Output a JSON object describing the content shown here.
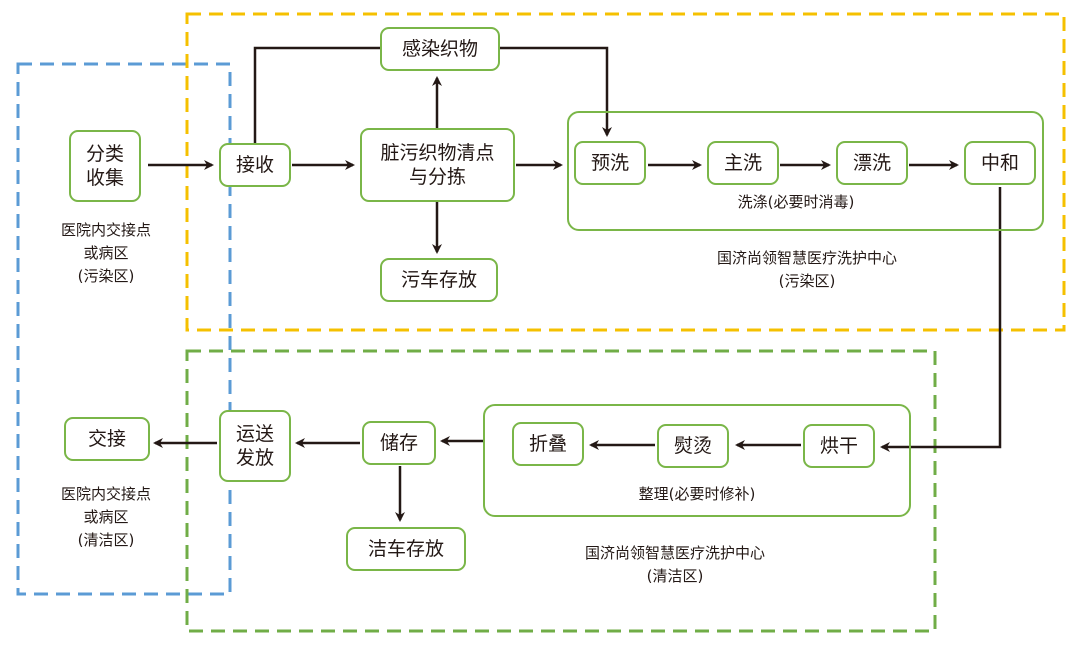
{
  "colors": {
    "contaminated_zone": "#f5c000",
    "hospital_zone": "#5b9bd5",
    "clean_zone": "#70ad47",
    "node_border": "#7ab648",
    "arrow": "#231815"
  },
  "nodes": {
    "collect": "分类\n收集",
    "receive": "接收",
    "infected": "感染织物",
    "sort": "脏污织物清点\n与分拣",
    "dirty_cart": "污车存放",
    "prewash": "预洗",
    "mainwash": "主洗",
    "rinse": "漂洗",
    "neutralize": "中和",
    "dry": "烘干",
    "iron": "熨烫",
    "fold": "折叠",
    "store": "储存",
    "clean_cart": "洁车存放",
    "deliver": "运送\n发放",
    "handover": "交接"
  },
  "groups": {
    "washing": "洗涤(必要时消毒)",
    "finishing": "整理(必要时修补)"
  },
  "zones": {
    "hospital_dirty": "医院内交接点\n或病区\n(污染区)",
    "hospital_clean": "医院内交接点\n或病区\n(清洁区)",
    "center_dirty": "国济尚领智慧医疗洗护中心\n(污染区)",
    "center_clean": "国济尚领智慧医疗洗护中心\n(清洁区)"
  }
}
